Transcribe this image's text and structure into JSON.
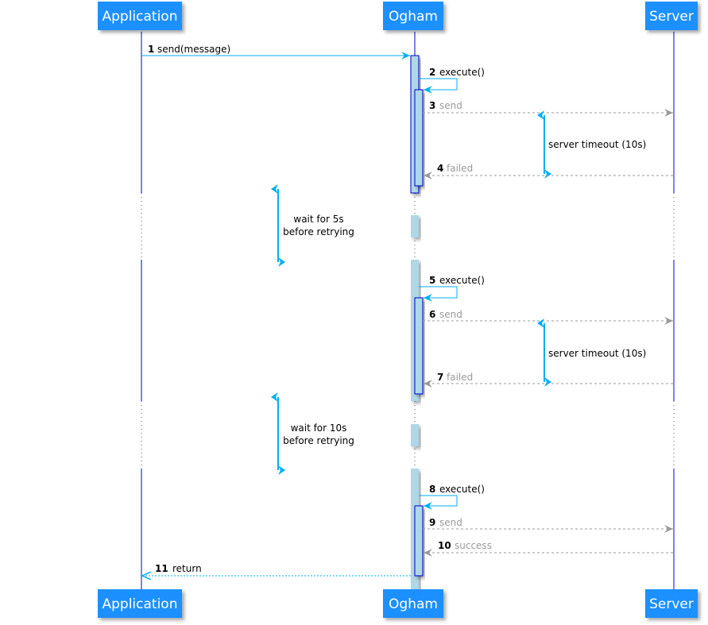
{
  "participants": {
    "application": "Application",
    "ogham": "Ogham",
    "server": "Server"
  },
  "messages": [
    {
      "num": "1",
      "label": "send(message)"
    },
    {
      "num": "2",
      "label": "execute()"
    },
    {
      "num": "3",
      "label": "send"
    },
    {
      "num": "4",
      "label": "failed"
    },
    {
      "num": "5",
      "label": "execute()"
    },
    {
      "num": "6",
      "label": "send"
    },
    {
      "num": "7",
      "label": "failed"
    },
    {
      "num": "8",
      "label": "execute()"
    },
    {
      "num": "9",
      "label": "send"
    },
    {
      "num": "10",
      "label": "success"
    },
    {
      "num": "11",
      "label": "return"
    }
  ],
  "notes": {
    "timeout_1": "server timeout (10s)",
    "timeout_2": "server timeout (10s)",
    "wait_1": [
      "wait for 5s",
      "before retrying"
    ],
    "wait_2": [
      "wait for 10s",
      "before retrying"
    ]
  },
  "colors": {
    "participant_fill": "#1E90FF",
    "lifeline": "#0000CD",
    "arrow": "#00AEEF",
    "activation": "#ADD8E6",
    "dashed": "#999999"
  }
}
